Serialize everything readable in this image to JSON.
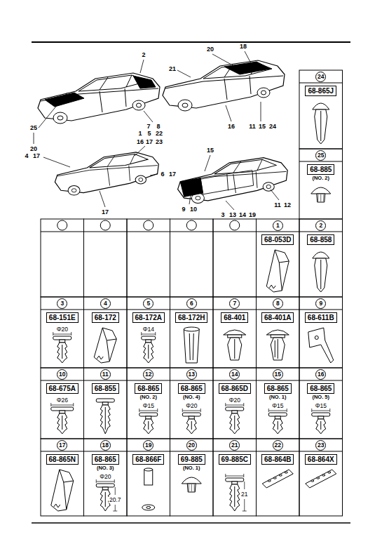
{
  "diagram": {
    "nodes": [
      {
        "text": [
          "1"
        ]
      },
      {
        "text": [
          "68-053D"
        ]
      },
      {
        "text": [
          "2"
        ]
      },
      {
        "text": [
          "68-858"
        ]
      },
      {
        "text": [
          "3"
        ]
      },
      {
        "text": [
          "68-151E"
        ]
      },
      {
        "text": [
          "4"
        ]
      },
      {
        "text": [
          "68-172"
        ]
      },
      {
        "text": [
          "5"
        ]
      },
      {
        "text": [
          "68-172A"
        ]
      },
      {
        "text": [
          "6"
        ]
      },
      {
        "text": [
          "68-172H"
        ]
      },
      {
        "text": [
          "7"
        ]
      },
      {
        "text": [
          "68-401"
        ]
      },
      {
        "text": [
          "8"
        ]
      },
      {
        "text": [
          "68-401A"
        ]
      },
      {
        "text": [
          "9"
        ]
      },
      {
        "text": [
          "68-611B"
        ]
      },
      {
        "text": [
          "10"
        ]
      },
      {
        "text": [
          "68-675A"
        ]
      },
      {
        "text": [
          "11"
        ]
      },
      {
        "text": [
          "68-855"
        ]
      },
      {
        "text": [
          "12"
        ]
      },
      {
        "text": [
          "68-865",
          "(NO. 2)"
        ]
      },
      {
        "text": [
          "13"
        ]
      },
      {
        "text": [
          "68-865",
          "(NO. 4)"
        ]
      },
      {
        "text": [
          "14"
        ]
      },
      {
        "text": [
          "68-865D"
        ]
      },
      {
        "text": [
          "15"
        ]
      },
      {
        "text": [
          "68-865",
          "(NO. 1)"
        ]
      },
      {
        "text": [
          "16"
        ]
      },
      {
        "text": [
          "68-865",
          "(NO. 5)"
        ]
      },
      {
        "text": [
          "17"
        ]
      },
      {
        "text": [
          "68-865N"
        ]
      },
      {
        "text": [
          "18"
        ]
      },
      {
        "text": [
          "68-865",
          "(NO. 3)"
        ]
      },
      {
        "text": [
          "19"
        ]
      },
      {
        "text": [
          "68-866F"
        ]
      },
      {
        "text": [
          "20"
        ]
      },
      {
        "text": [
          "69-885",
          "(NO. 1)"
        ]
      },
      {
        "text": [
          "21"
        ]
      },
      {
        "text": [
          "69-885C"
        ]
      },
      {
        "text": [
          "22"
        ]
      },
      {
        "text": [
          "68-864B"
        ]
      },
      {
        "text": [
          "23"
        ]
      },
      {
        "text": [
          "68-864X"
        ]
      },
      {
        "text": [
          "24"
        ]
      },
      {
        "text": [
          "68-865J"
        ]
      },
      {
        "text": [
          "25"
        ]
      },
      {
        "text": [
          "68-885",
          "(NO. 2)"
        ]
      }
    ],
    "labels": [
      "2",
      "7",
      "8",
      "25",
      "20",
      "20",
      "18",
      "21",
      "16",
      "11",
      "15",
      "24",
      "1",
      "5",
      "22",
      "16",
      "17",
      "23",
      "4",
      "17",
      "6",
      "17",
      "17",
      "15",
      "9",
      "10",
      "11",
      "12",
      "3",
      "13",
      "14",
      "19",
      "Φ20",
      "Φ14",
      "Φ26",
      "Φ15",
      "Φ20",
      "Φ20",
      "Φ15",
      "Φ15",
      "Φ20",
      "20.7",
      "21"
    ]
  }
}
